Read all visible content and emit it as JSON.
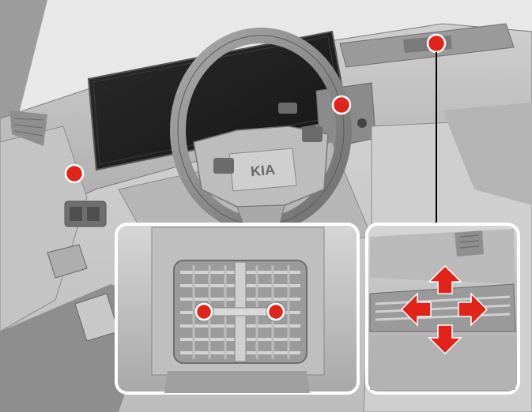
{
  "image": {
    "kind": "vehicle-owner-manual-illustration",
    "subject": "air-vent-locations",
    "brand_logo_text": "KIA",
    "colors": {
      "marker": "#e2231a",
      "marker_outline": "#ffffff",
      "arrow": "#e2231a",
      "line": "#000000",
      "inset_border": "#ffffff"
    },
    "markers": [
      {
        "name": "side-vent-left-marker"
      },
      {
        "name": "center-vent-marker"
      },
      {
        "name": "side-vent-right-marker"
      },
      {
        "name": "rear-vent-left-marker"
      },
      {
        "name": "rear-vent-right-marker"
      }
    ],
    "arrows": [
      "up-arrow-icon",
      "left-arrow-icon",
      "right-arrow-icon",
      "down-arrow-icon"
    ]
  }
}
